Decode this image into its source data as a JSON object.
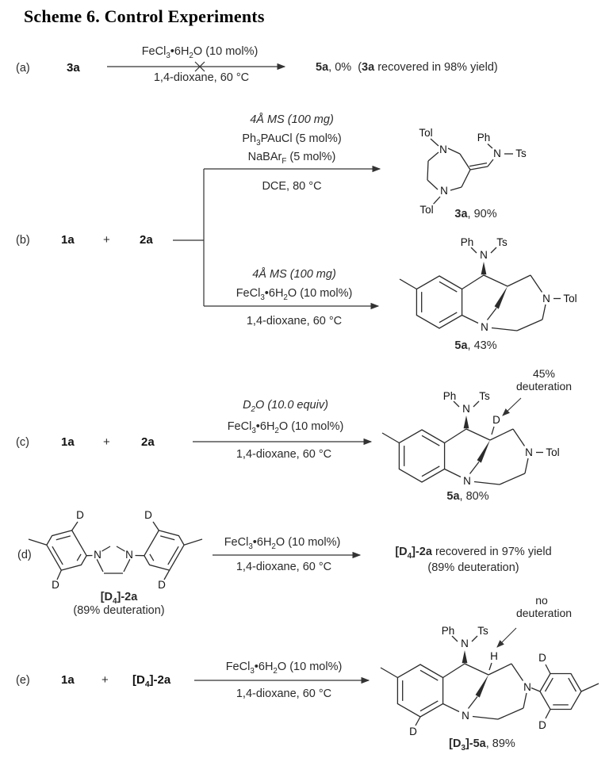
{
  "title": "Scheme 6. Control Experiments",
  "atoms": {
    "n": "N",
    "ph": "Ph",
    "ts": "Ts",
    "tol": "Tol",
    "d": "D",
    "h": "H"
  },
  "rx_a": {
    "label": "(a)",
    "reactant": "<b>3a</b>",
    "above": "FeCl<sub>3</sub>•6H<sub>2</sub>O (10 mol%)",
    "below": "1,4-dioxane, 60 °C",
    "result": "<b>5a</b>, 0%&nbsp;&nbsp;(<b>3a</b> recovered in 98% yield)"
  },
  "rx_b": {
    "label": "(b)",
    "r1": "<b>1a</b>",
    "plus": "+",
    "r2": "<b>2a</b>",
    "top": {
      "l1": "<i>4Å MS (100 mg)</i>",
      "l2": "Ph<sub>3</sub>PAuCl (5 mol%)",
      "l3": "NaBAr<sub>F</sub> (5 mol%)",
      "below": "DCE, 80 °C",
      "caption": "<b>3a</b>, 90%"
    },
    "bottom": {
      "l1": "<i>4Å MS (100 mg)</i>",
      "l2": "FeCl<sub>3</sub>•6H<sub>2</sub>O (10 mol%)",
      "below": "1,4-dioxane, 60 °C",
      "caption": "<b>5a</b>, 43%"
    }
  },
  "rx_c": {
    "label": "(c)",
    "r1": "<b>1a</b>",
    "plus": "+",
    "r2": "<b>2a</b>",
    "l1": "<i>D<sub>2</sub>O (10.0 equiv)</i>",
    "l2": "FeCl<sub>3</sub>•6H<sub>2</sub>O (10 mol%)",
    "below": "1,4-dioxane, 60 °C",
    "caption": "<b>5a</b>, 80%",
    "ann1": "45%",
    "ann2": "deuteration"
  },
  "rx_d": {
    "label": "(d)",
    "above": "FeCl<sub>3</sub>•6H<sub>2</sub>O (10 mol%)",
    "below": "1,4-dioxane, 60 °C",
    "cap1": "<b>[D<sub>4</sub>]-2a</b>",
    "cap2": "(89% deuteration)",
    "res1": "<b>[D<sub>4</sub>]-2a</b> recovered in 97% yield",
    "res2": "(89% deuteration)"
  },
  "rx_e": {
    "label": "(e)",
    "r1": "<b>1a</b>",
    "plus": "+",
    "r2": "<b>[D<sub>4</sub>]-2a</b>",
    "above": "FeCl<sub>3</sub>•6H<sub>2</sub>O (10 mol%)",
    "below": "1,4-dioxane, 60 °C",
    "caption": "<b>[D<sub>3</sub>]-5a</b>, 89%",
    "ann1": "no",
    "ann2": "deuteration"
  }
}
